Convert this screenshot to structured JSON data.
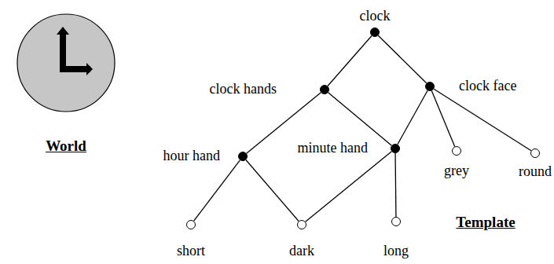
{
  "diagram": {
    "nodes": [
      {
        "text": [
          "clock"
        ]
      },
      {
        "text": [
          "clock hands"
        ]
      },
      {
        "text": [
          "clock face"
        ]
      },
      {
        "text": [
          "hour hand"
        ]
      },
      {
        "text": [
          "minute hand"
        ]
      },
      {
        "text": [
          "grey"
        ]
      },
      {
        "text": [
          "round"
        ]
      },
      {
        "text": [
          "short"
        ]
      },
      {
        "text": [
          "dark"
        ]
      },
      {
        "text": [
          "long"
        ]
      }
    ],
    "edges": [
      {
        "from": 0,
        "to": 1,
        "arrow": "none"
      },
      {
        "from": 0,
        "to": 2,
        "arrow": "none"
      },
      {
        "from": 1,
        "to": 3,
        "arrow": "none"
      },
      {
        "from": 1,
        "to": 4,
        "arrow": "none"
      },
      {
        "from": 2,
        "to": 4,
        "arrow": "none"
      },
      {
        "from": 2,
        "to": 5,
        "arrow": "none"
      },
      {
        "from": 2,
        "to": 6,
        "arrow": "none"
      },
      {
        "from": 3,
        "to": 7,
        "arrow": "none"
      },
      {
        "from": 3,
        "to": 8,
        "arrow": "none"
      },
      {
        "from": 4,
        "to": 8,
        "arrow": "none"
      },
      {
        "from": 4,
        "to": 9,
        "arrow": "none"
      }
    ],
    "labels": [
      "World",
      "Template"
    ]
  }
}
